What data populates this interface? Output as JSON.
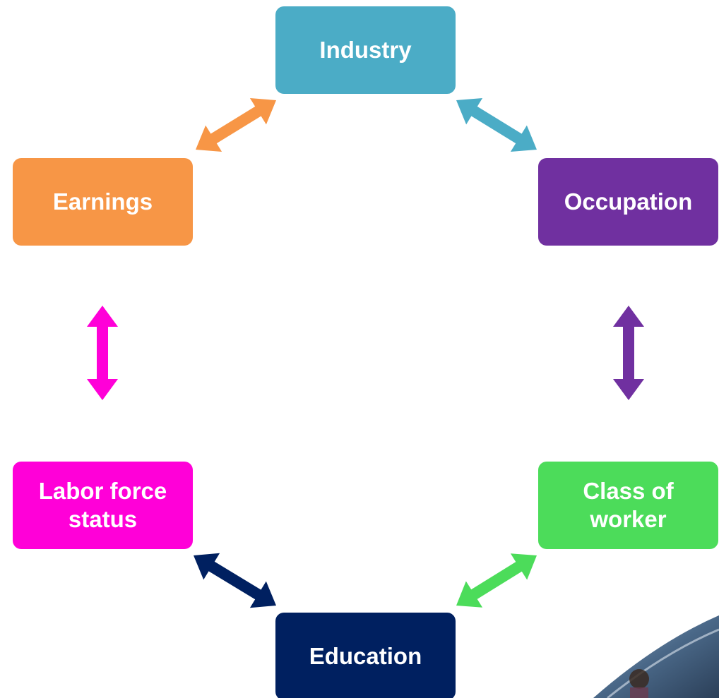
{
  "nodes": {
    "industry": {
      "label": "Industry",
      "color": "#4bacc6"
    },
    "occupation": {
      "label": "Occupation",
      "color": "#7030a0"
    },
    "class": {
      "label": "Class of\nworker",
      "line1": "Class of",
      "line2": "worker",
      "color": "#4cdc5a"
    },
    "education": {
      "label": "Education",
      "color": "#002060"
    },
    "labor": {
      "label": "Labor force\nstatus",
      "line1": "Labor force",
      "line2": "status",
      "color": "#ff00d8"
    },
    "earnings": {
      "label": "Earnings",
      "color": "#f79646"
    }
  },
  "arrows": [
    {
      "from": "earnings",
      "to": "industry",
      "color": "#f79646"
    },
    {
      "from": "industry",
      "to": "occupation",
      "color": "#4bacc6"
    },
    {
      "from": "occupation",
      "to": "class",
      "color": "#7030a0"
    },
    {
      "from": "class",
      "to": "education",
      "color": "#4cdc5a"
    },
    {
      "from": "education",
      "to": "labor",
      "color": "#002060"
    },
    {
      "from": "labor",
      "to": "earnings",
      "color": "#ff00d8"
    }
  ]
}
